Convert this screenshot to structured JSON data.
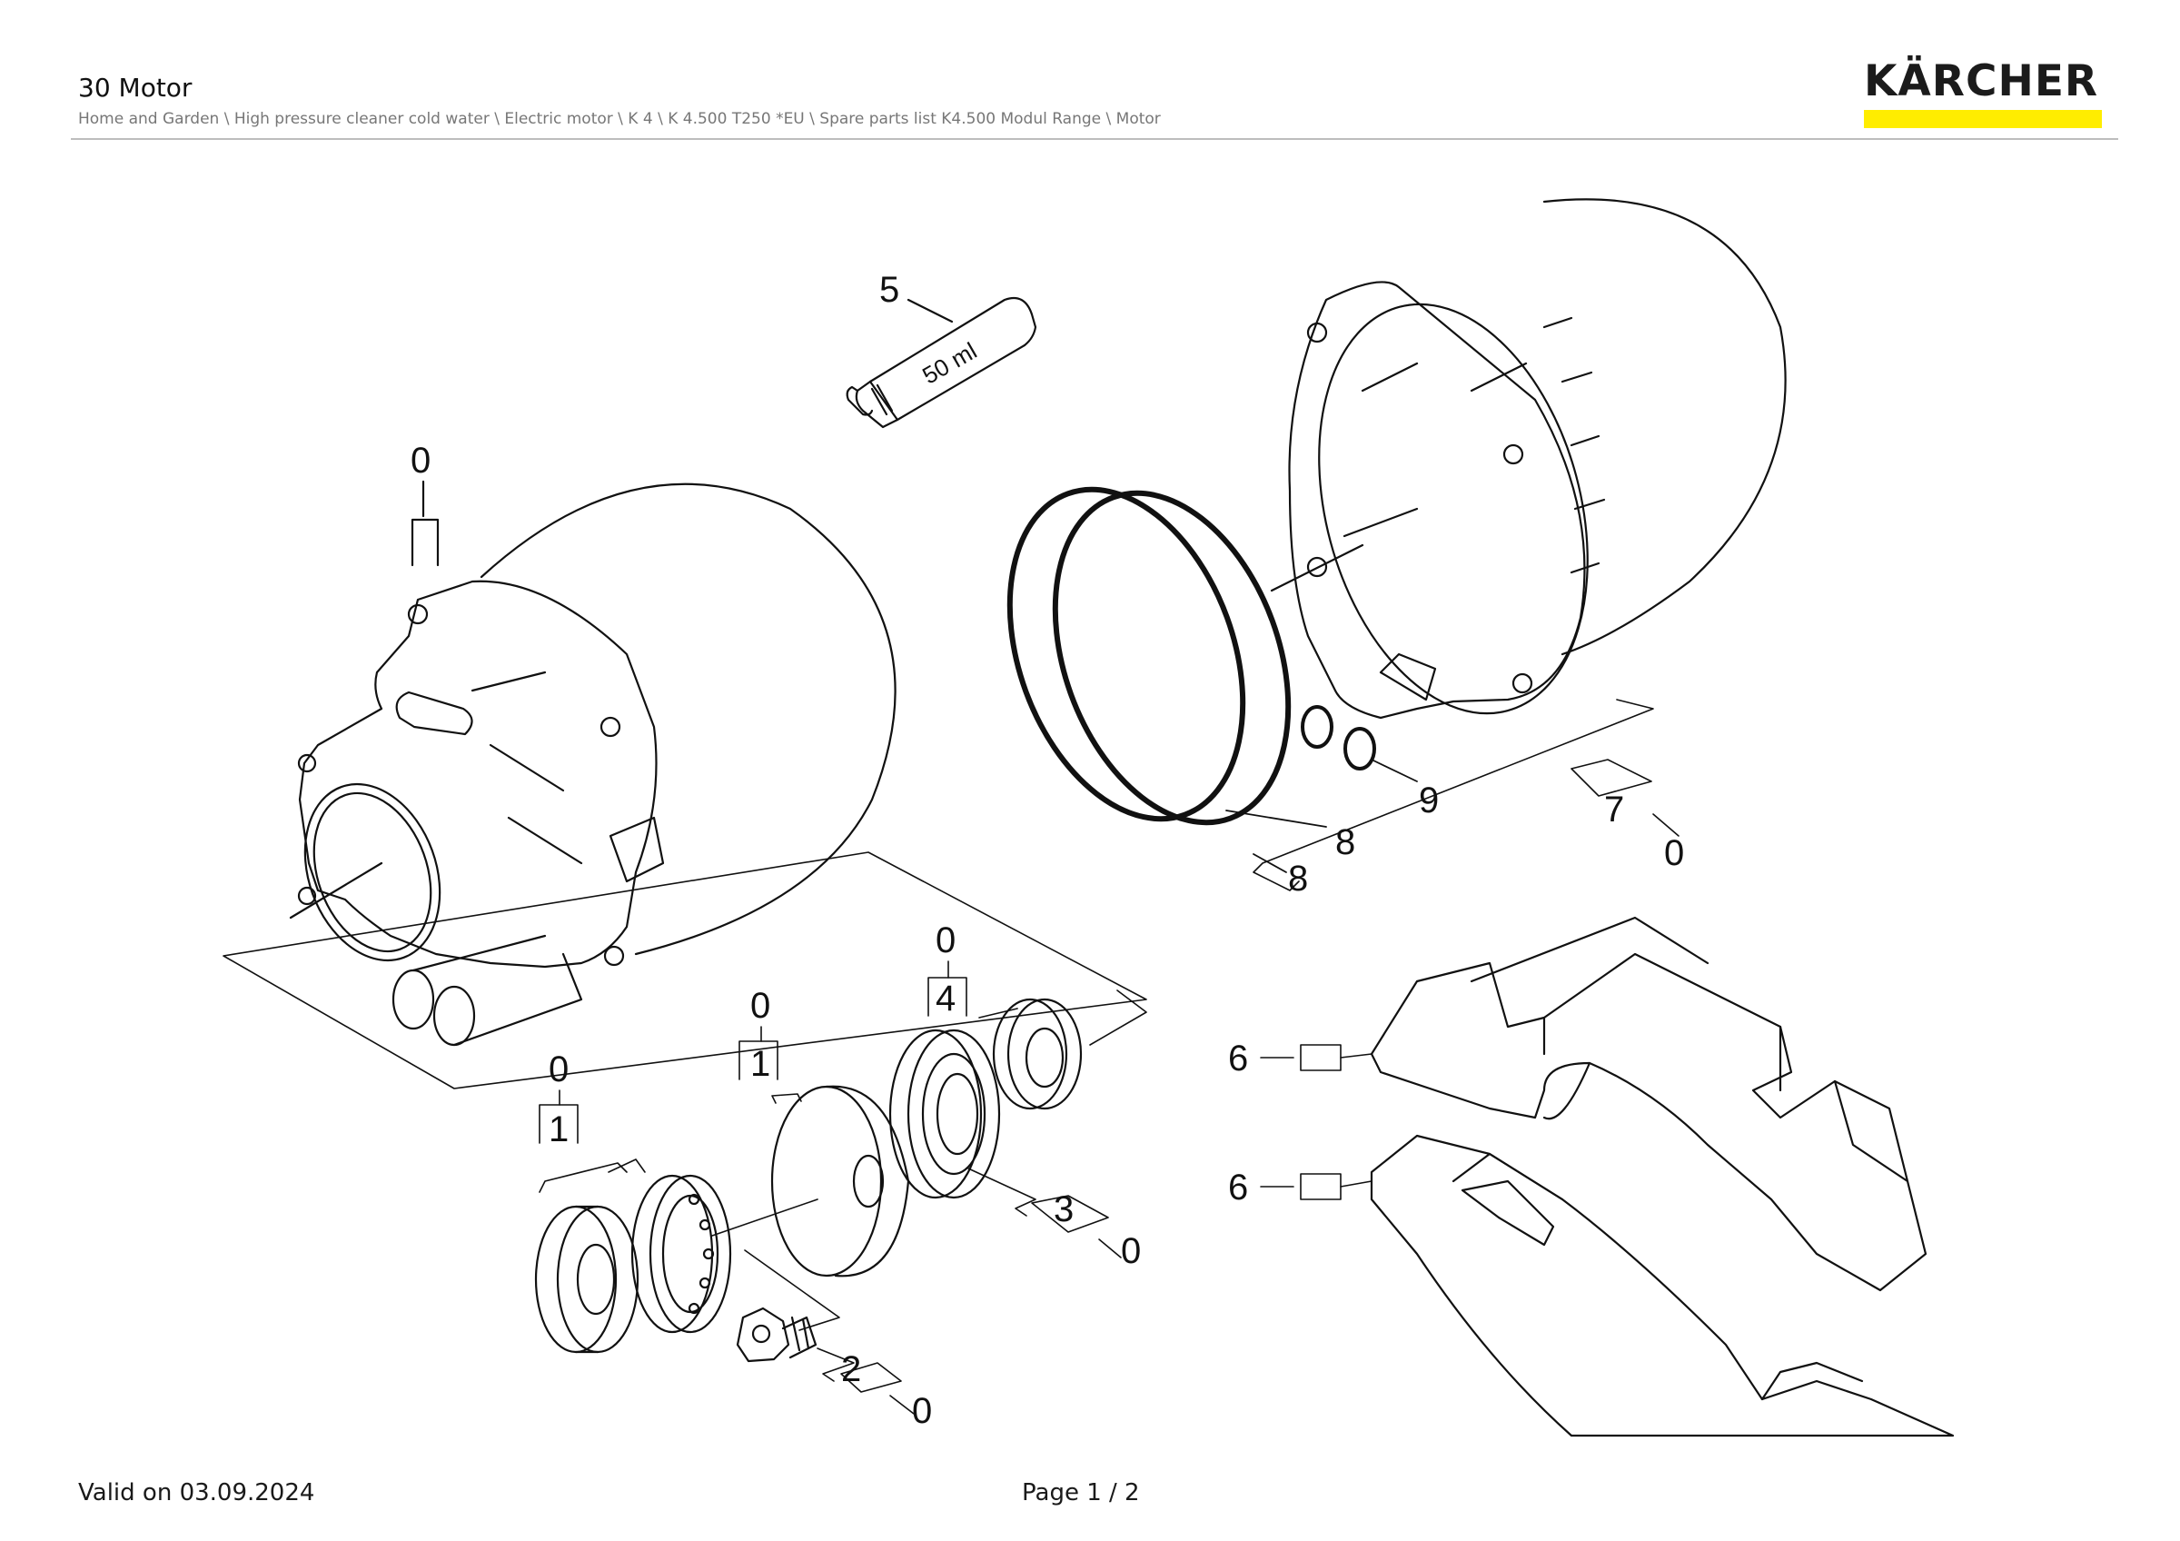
{
  "header": {
    "title": "30 Motor",
    "breadcrumb": "Home and Garden \\ High pressure cleaner cold water \\ Electric motor \\ K 4 \\ K 4.500 T250 *EU \\ Spare parts list K4.500 Modul Range \\ Motor"
  },
  "brand": {
    "name": "KÄRCHER",
    "accent": "#ffed00"
  },
  "tube_label": "50 ml",
  "callouts": {
    "c5": "5",
    "c0_motor": "0",
    "c8a": "8",
    "c8b": "8",
    "c9": "9",
    "c7": "7",
    "c7_sub": "0",
    "c4_top": "0",
    "c4": "4",
    "c1b_top": "0",
    "c1b": "1",
    "c1a_top": "0",
    "c1a": "1",
    "c3": "3",
    "c3_sub": "0",
    "c2": "2",
    "c2_sub": "0",
    "c6a": "6",
    "c6b": "6"
  },
  "footer": {
    "valid": "Valid on 03.09.2024",
    "page": "Page 1 / 2"
  }
}
